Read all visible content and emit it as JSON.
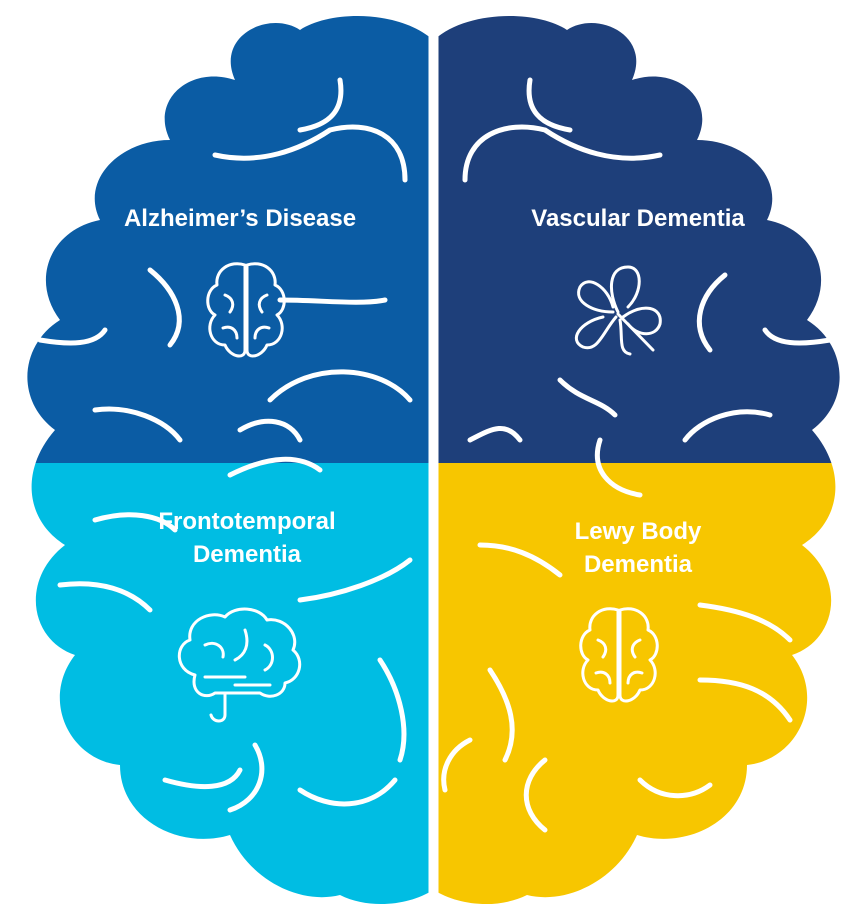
{
  "quadrants": [
    {
      "key": "top-left",
      "lines": [
        "Alzheimer’s Disease"
      ],
      "color": "#0b5ca4",
      "icon": "brain-icon"
    },
    {
      "key": "top-right",
      "lines": [
        "Vascular Dementia"
      ],
      "color": "#1e3f7a",
      "icon": "flower-icon"
    },
    {
      "key": "bottom-left",
      "lines": [
        "Frontotemporal",
        "Dementia"
      ],
      "color": "#00bde3",
      "icon": "brain-side-icon"
    },
    {
      "key": "bottom-right",
      "lines": [
        "Lewy Body",
        "Dementia"
      ],
      "color": "#f7c600",
      "icon": "brain-icon"
    }
  ]
}
